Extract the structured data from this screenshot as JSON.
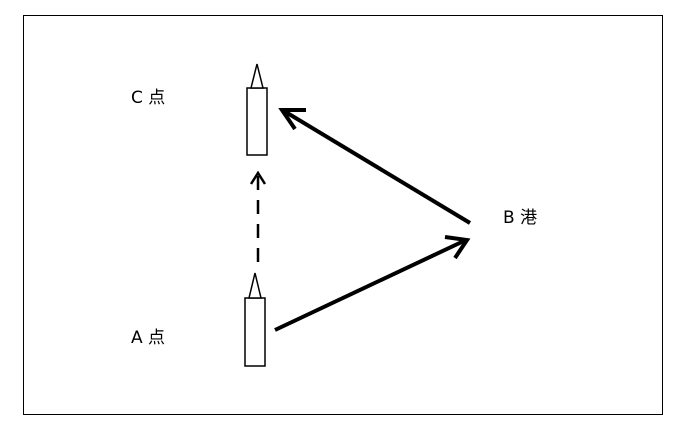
{
  "labels": {
    "point_c": "C 点",
    "point_a": "A 点",
    "port_b": "B 港"
  }
}
